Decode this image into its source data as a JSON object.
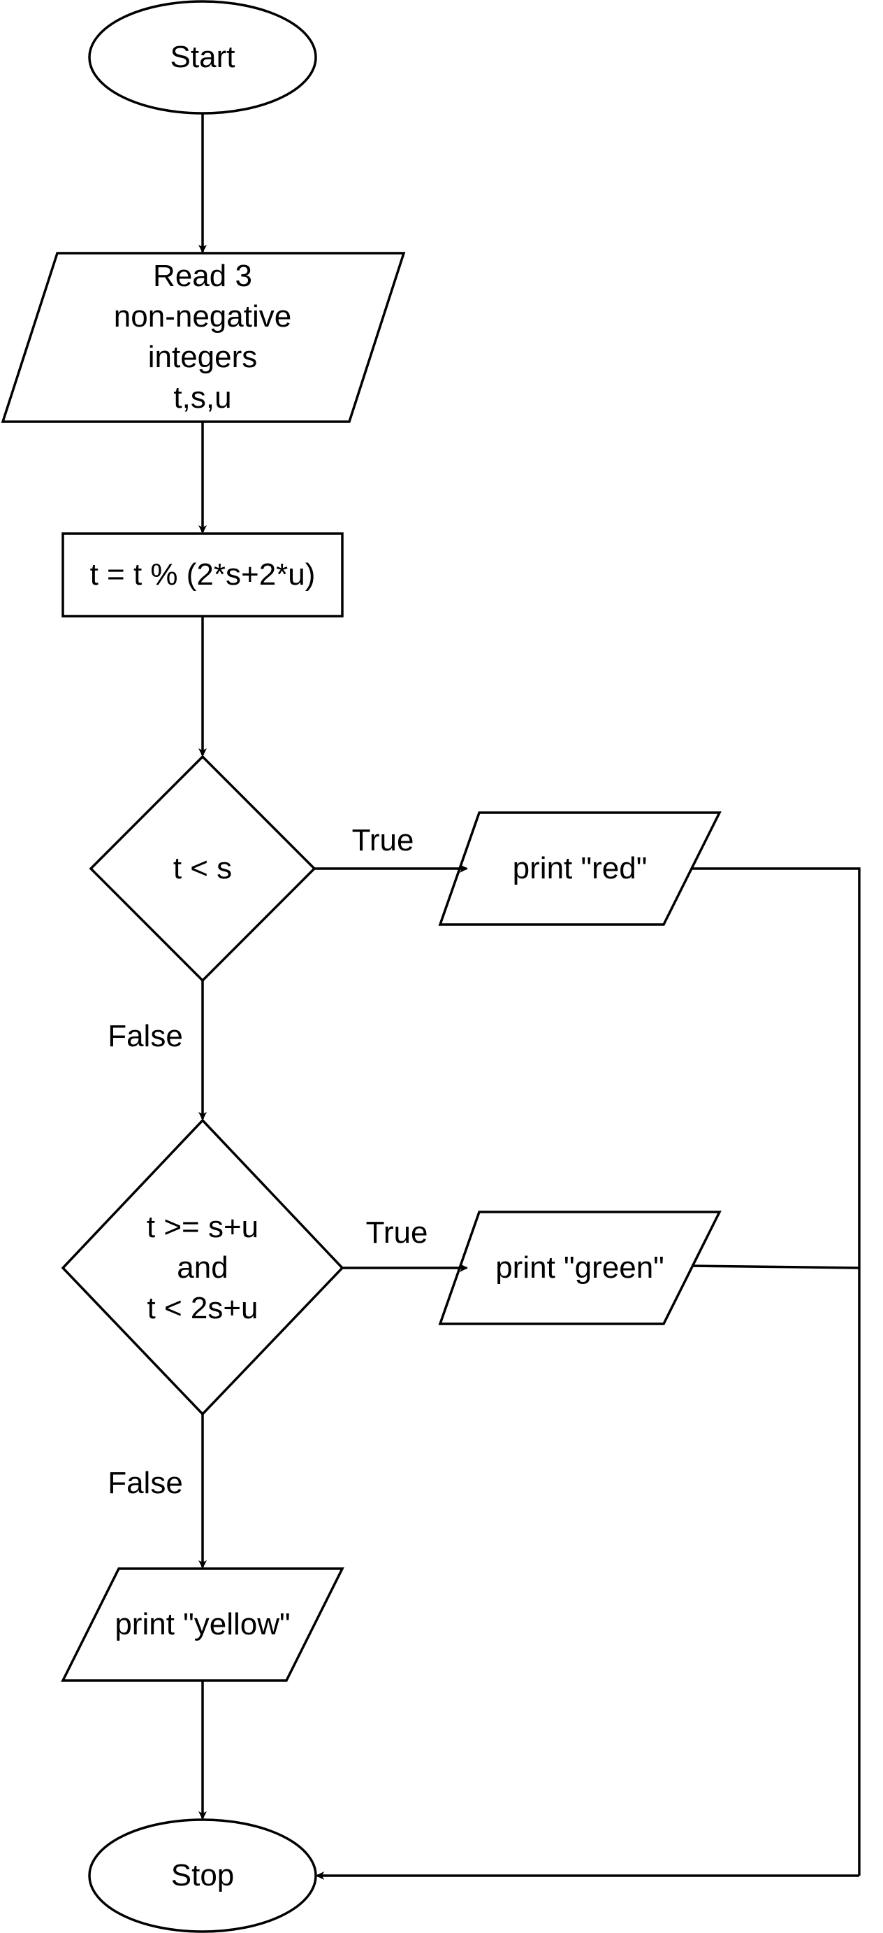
{
  "flowchart": {
    "start": "Start",
    "input": "Read 3\nnon-negative\nintegers\nt,s,u",
    "assign": "t = t % (2*s+2*u)",
    "decision1": "t < s",
    "decision1_true": "True",
    "decision1_false": "False",
    "print_red": "print \"red\"",
    "decision2": "t >= s+u\nand\nt < 2s+u",
    "decision2_true": "True",
    "decision2_false": "False",
    "print_green": "print \"green\"",
    "print_yellow": "print \"yellow\"",
    "stop": "Stop"
  },
  "colors": {
    "stroke": "#000000",
    "fill": "#ffffff"
  }
}
